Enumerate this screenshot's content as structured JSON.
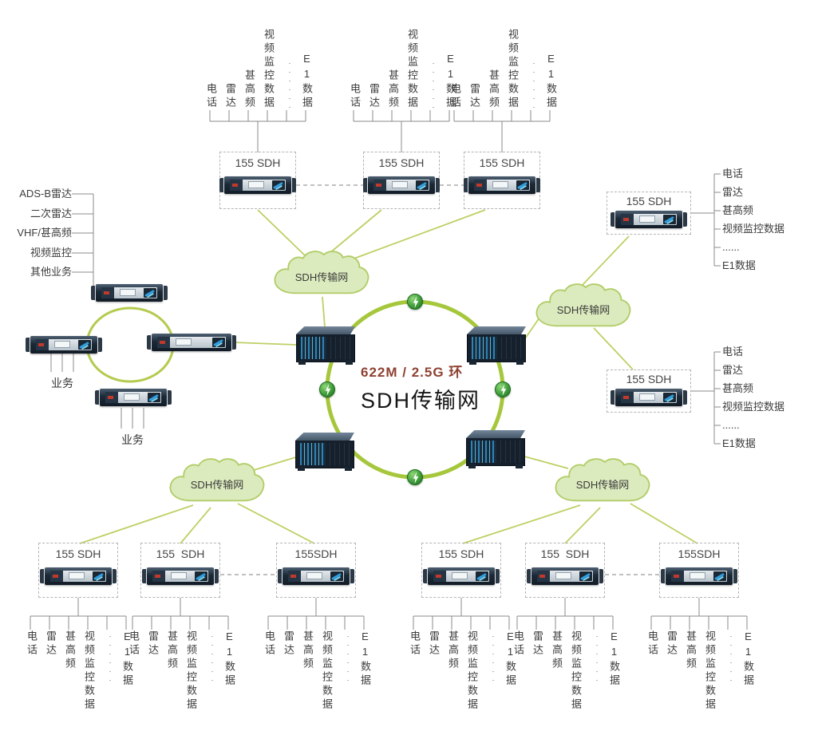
{
  "diagram": {
    "center_ring": {
      "capacity_label": "622M / 2.5G 环",
      "name": "SDH传输网"
    },
    "clouds": {
      "top": "SDH传输网",
      "right": "SDH传输网",
      "bottom_left": "SDH传输网",
      "bottom_right": "SDH传输网"
    }
  },
  "services": [
    "电话",
    "雷达",
    "甚高频",
    "视频监控数据",
    "......",
    "E1数据"
  ],
  "top_nodes": [
    {
      "label": "155 SDH"
    },
    {
      "label": "155 SDH"
    },
    {
      "label": "155 SDH"
    }
  ],
  "right_nodes": [
    {
      "label": "155 SDH"
    },
    {
      "label": "155 SDH"
    }
  ],
  "bottom_nodes": [
    {
      "label": "155 SDH"
    },
    {
      "label": "155  SDH"
    },
    {
      "label": "155SDH"
    },
    {
      "label": "155 SDH"
    },
    {
      "label": "155  SDH"
    },
    {
      "label": "155SDH"
    }
  ],
  "left_site": {
    "inputs": [
      "ADS-B雷达",
      "二次雷达",
      "VHF/甚高频",
      "视频监控",
      "其他业务"
    ],
    "business_labels": [
      "业务",
      "业务"
    ]
  },
  "colors": {
    "ring_green": "#a6c73c",
    "link_green": "#bdd064",
    "cloud_fill": "#dcebbe",
    "cloud_stroke": "#b2cd68",
    "accent_red": "#8e4232"
  }
}
